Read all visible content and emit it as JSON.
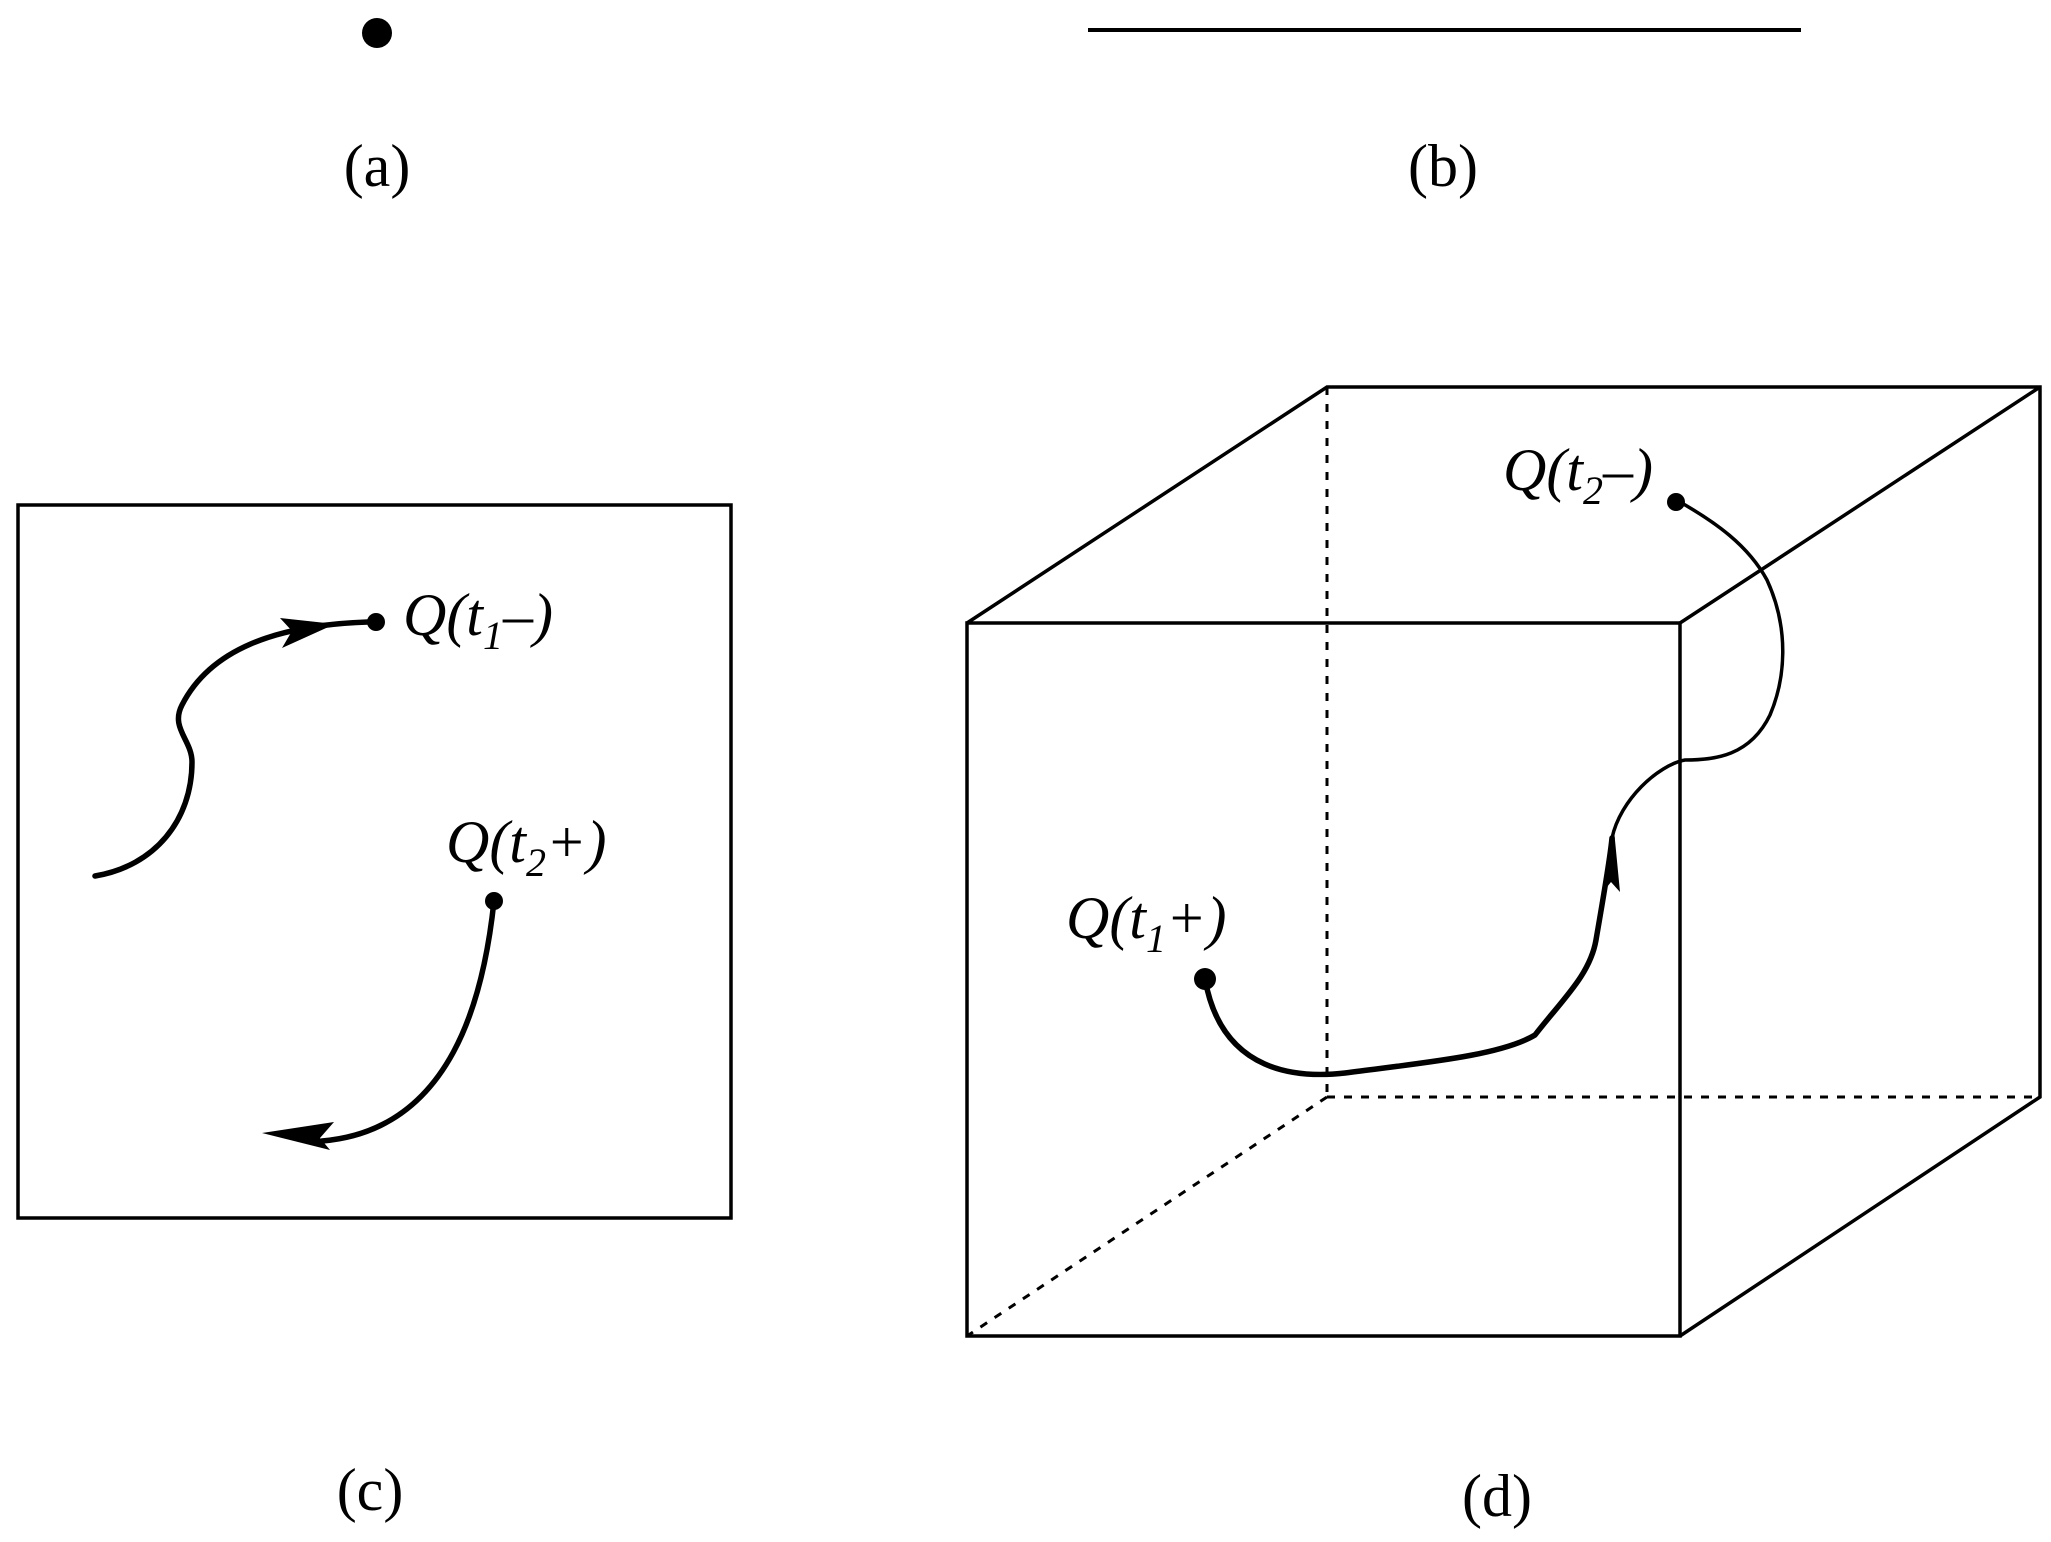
{
  "panels": {
    "a": {
      "caption": "(a)"
    },
    "b": {
      "caption": "(b)"
    },
    "c": {
      "caption": "(c)",
      "labels": {
        "q_t1_minus": {
          "base": "Q(t",
          "sub": "1",
          "rest": "–)"
        },
        "q_t2_plus": {
          "base": "Q(t",
          "sub": "2",
          "rest": "+)"
        }
      }
    },
    "d": {
      "caption": "(d)",
      "labels": {
        "q_t2_minus": {
          "base": "Q(t",
          "sub": "2",
          "rest": "–)"
        },
        "q_t1_plus": {
          "base": "Q(t",
          "sub": "1",
          "rest": "+)"
        }
      }
    }
  },
  "colors": {
    "ink": "#000000",
    "background": "#ffffff"
  }
}
